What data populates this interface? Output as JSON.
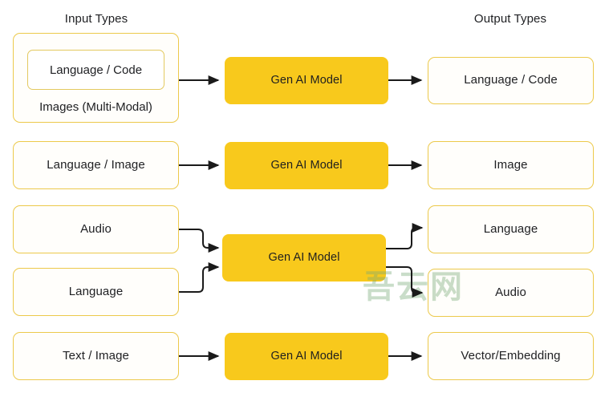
{
  "headers": {
    "input": "Input Types",
    "output": "Output Types"
  },
  "model_label": "Gen AI Model",
  "watermark": "吾云网",
  "colors": {
    "model_fill": "#F8C91C",
    "box_border": "#ECC94B",
    "box_fill": "#FFFEFB",
    "text": "#202124",
    "arrow": "#1A1A1A",
    "watermark": "#78AA78"
  },
  "rows": [
    {
      "id": "row-1",
      "inputs": [
        {
          "label": "Language / Code",
          "caption": "Images (Multi-Modal)",
          "nested": true
        }
      ],
      "model": "Gen AI Model",
      "outputs": [
        {
          "label": "Language / Code"
        }
      ]
    },
    {
      "id": "row-2",
      "inputs": [
        {
          "label": "Language / Image",
          "nested": false
        }
      ],
      "model": "Gen AI Model",
      "outputs": [
        {
          "label": "Image"
        }
      ]
    },
    {
      "id": "row-3",
      "inputs": [
        {
          "label": "Audio",
          "nested": false
        },
        {
          "label": "Language",
          "nested": false
        }
      ],
      "model": "Gen AI Model",
      "outputs": [
        {
          "label": "Language"
        },
        {
          "label": "Audio"
        }
      ]
    },
    {
      "id": "row-4",
      "inputs": [
        {
          "label": "Text / Image",
          "nested": false
        }
      ],
      "model": "Gen AI Model",
      "outputs": [
        {
          "label": "Vector/Embedding"
        }
      ]
    }
  ]
}
